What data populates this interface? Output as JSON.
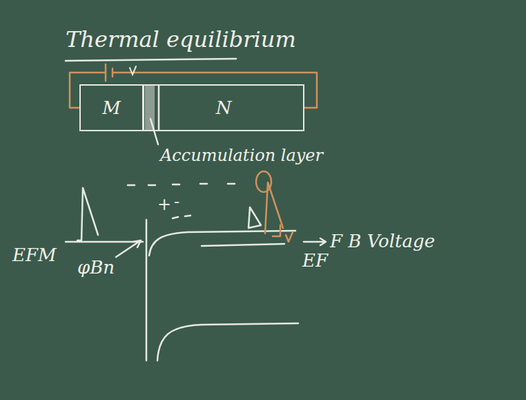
{
  "diagram": {
    "title": "Thermal equilibrium",
    "nodes": [
      {
        "text": [
          "M"
        ]
      },
      {
        "text": [
          "N"
        ]
      }
    ],
    "edges": [
      {
        "from": 0,
        "to": 1,
        "arrow": "none"
      }
    ],
    "labels": [
      "Accumulation layer",
      "EFM",
      "φBn",
      "EF",
      "F B Voltage",
      "+",
      "-"
    ]
  }
}
